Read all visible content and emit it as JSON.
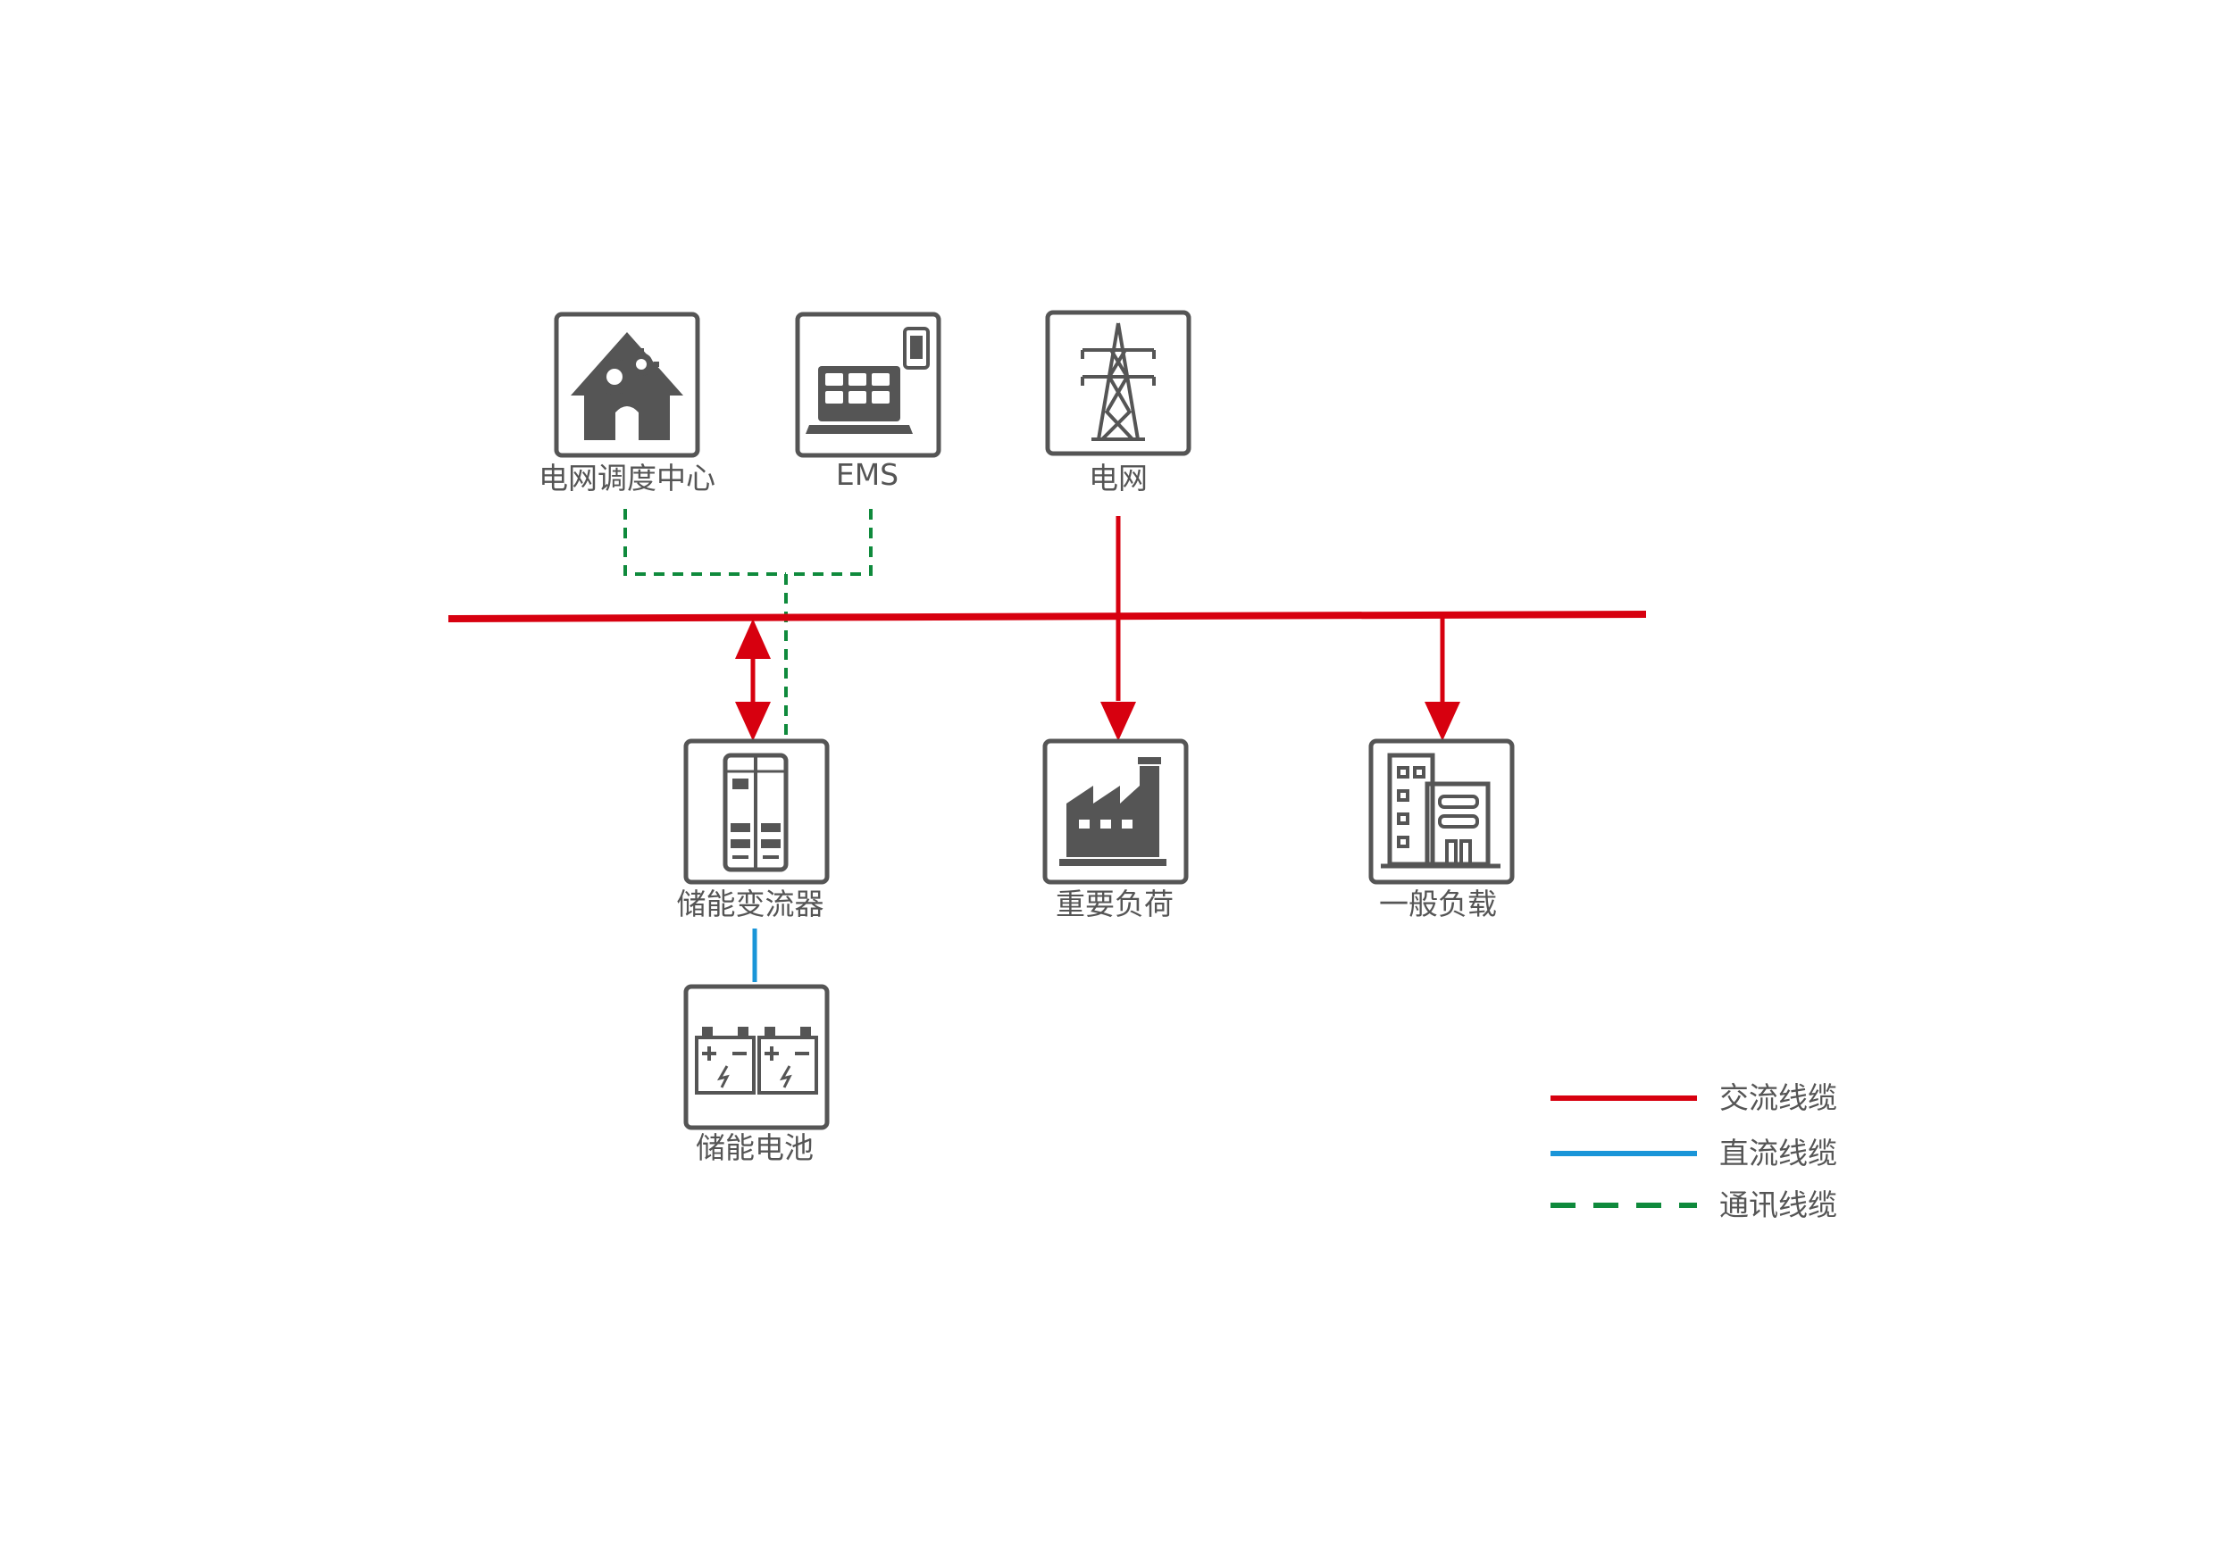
{
  "nodes": {
    "dispatch_center": {
      "label": "电网调度中心",
      "icon": "house-gears-icon"
    },
    "ems": {
      "label": "EMS",
      "icon": "laptop-phone-icon"
    },
    "grid": {
      "label": "电网",
      "icon": "power-tower-icon"
    },
    "pcs": {
      "label": "储能变流器",
      "icon": "cabinet-icon"
    },
    "critical_load": {
      "label": "重要负荷",
      "icon": "factory-icon"
    },
    "general_load": {
      "label": "一般负载",
      "icon": "building-icon"
    },
    "battery": {
      "label": "储能电池",
      "icon": "battery-icon"
    }
  },
  "legend": {
    "ac": {
      "label": "交流线缆",
      "color": "#d7000f"
    },
    "dc": {
      "label": "直流线缆",
      "color": "#1a95d8"
    },
    "comm": {
      "label": "通讯线缆",
      "color": "#0f8a3c"
    }
  },
  "colors": {
    "icon_gray": "#555555",
    "ac_line": "#d7000f",
    "dc_line": "#1a95d8",
    "comm_line": "#0f8a3c"
  }
}
